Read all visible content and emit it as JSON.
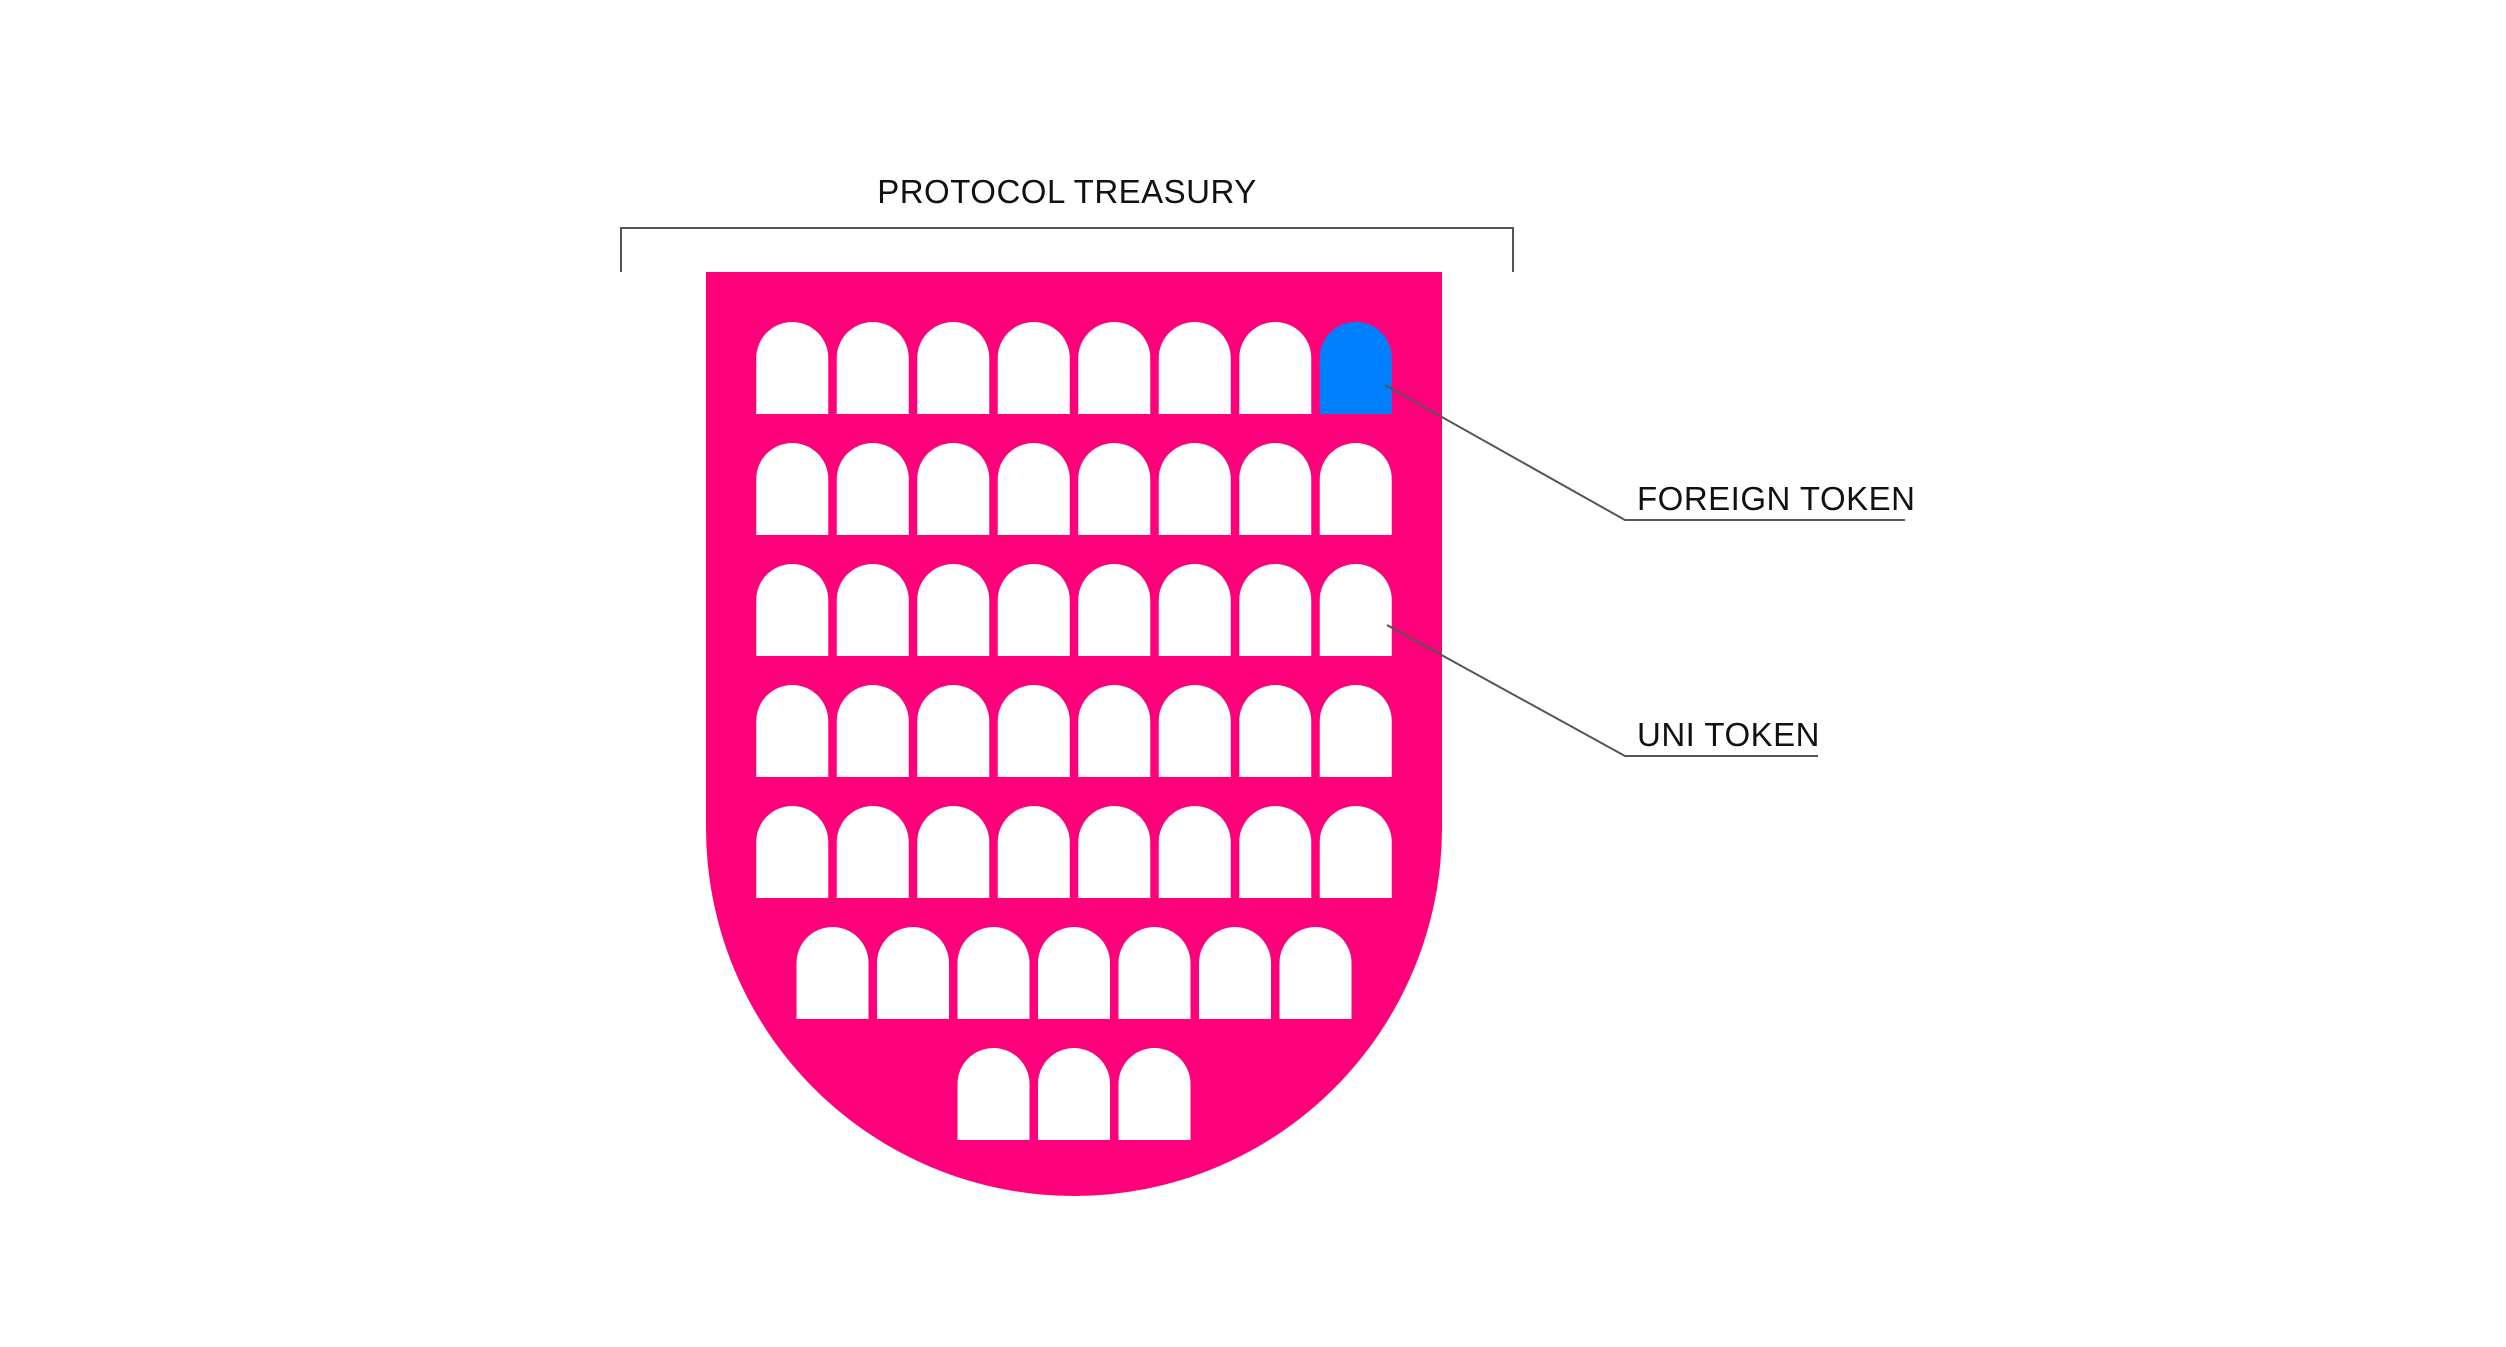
{
  "diagram": {
    "treasury_label": "PROTOCOL TREASURY",
    "callouts": {
      "foreign": "FOREIGN TOKEN",
      "uni": "UNI TOKEN"
    },
    "colors": {
      "shield": "#FF007A",
      "uni_token": "#FFFFFF",
      "foreign_token": "#0080FF",
      "line": "#555555",
      "text": "#111111"
    },
    "token_rows": [
      8,
      8,
      8,
      8,
      8,
      7,
      3
    ],
    "foreign_token_position": {
      "row": 0,
      "col": 7
    }
  }
}
